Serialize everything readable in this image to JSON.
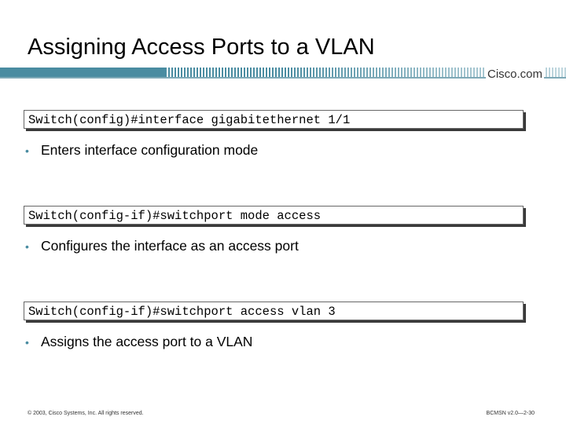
{
  "slide": {
    "title": "Assigning Access Ports to a VLAN",
    "logo_text": "Cisco.com",
    "colors": {
      "accent": "#4a8ca1"
    }
  },
  "commands": [
    "Switch(config)#interface gigabitethernet 1/1",
    "Switch(config-if)#switchport mode access",
    "Switch(config-if)#switchport access vlan 3"
  ],
  "bullets": [
    "Enters interface configuration mode",
    "Configures the interface as an access port",
    "Assigns the access port to a VLAN"
  ],
  "bullet_glyph": "•",
  "footer": {
    "copyright": "© 2003, Cisco Systems, Inc. All rights reserved.",
    "page_ref": "BCMSN v2.0—2-30"
  }
}
